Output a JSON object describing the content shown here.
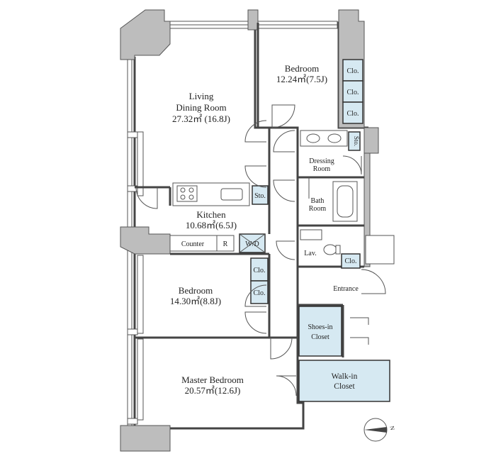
{
  "rooms": {
    "living": {
      "name_line1": "Living",
      "name_line2": "Dining Room",
      "area": "27.32㎡ (16.8J)"
    },
    "bedroom_top": {
      "name": "Bedroom",
      "area": "12.24㎡(7.5J)"
    },
    "kitchen": {
      "name": "Kitchen",
      "area": "10.68㎡(6.5J)"
    },
    "bedroom_mid": {
      "name": "Bedroom",
      "area": "14.30㎡(8.8J)"
    },
    "master": {
      "name": "Master Bedroom",
      "area": "20.57㎡(12.6J)"
    },
    "dressing": {
      "line1": "Dressing",
      "line2": "Room"
    },
    "bath": {
      "line1": "Bath",
      "line2": "Room"
    },
    "lav": "Lav.",
    "entrance": "Entrance",
    "shoes": {
      "line1": "Shoes-in",
      "line2": "Closet"
    },
    "walkin": {
      "line1": "Walk-in",
      "line2": "Closet"
    }
  },
  "labels": {
    "counter": "Counter",
    "refrigerator": "R",
    "washer_dryer": "W/D",
    "storage": "Sto.",
    "closet": "Clo.",
    "compass_n": "N"
  },
  "colors": {
    "closet_fill": "#d6e9f2",
    "wall_fill": "#bdbdbd"
  }
}
